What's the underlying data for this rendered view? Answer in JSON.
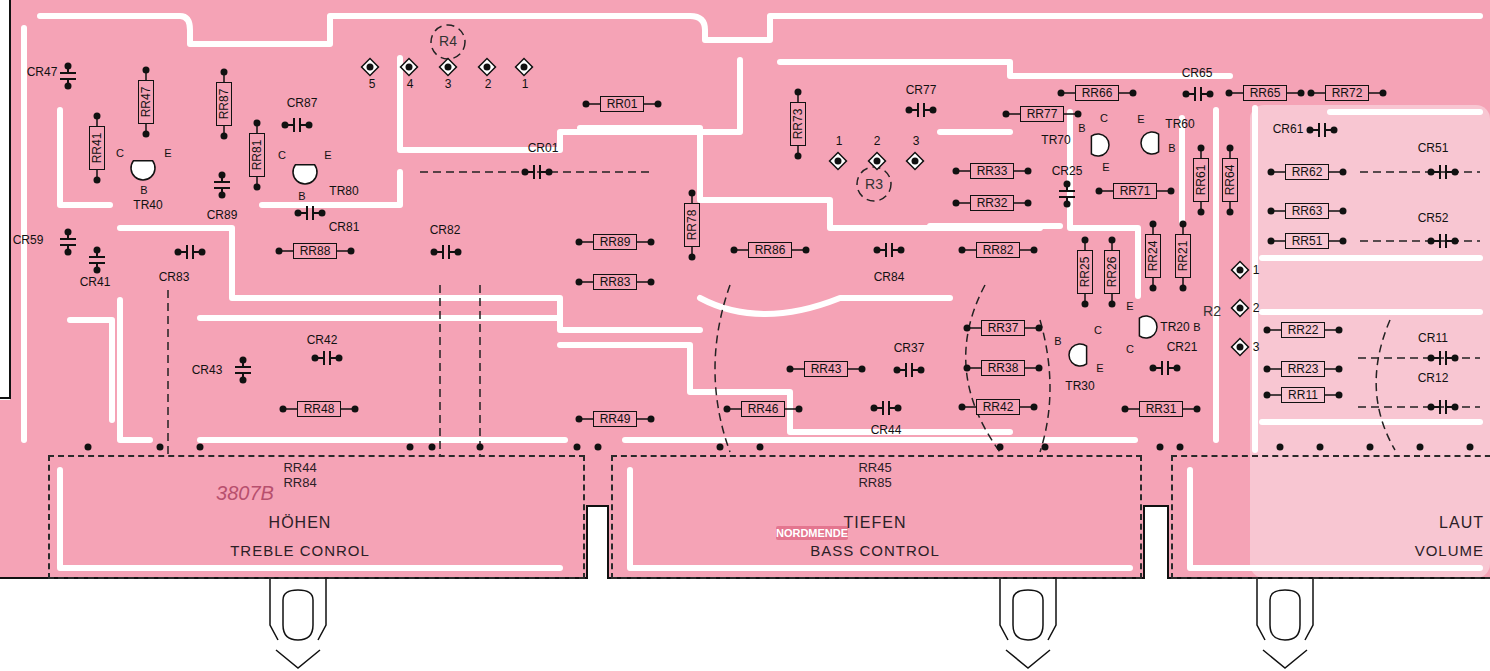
{
  "diagram": {
    "nodes": [
      {
        "text": [
          "RR47"
        ]
      },
      {
        "text": [
          "RR87"
        ]
      },
      {
        "text": [
          "RR01"
        ]
      },
      {
        "text": [
          "RR73"
        ]
      },
      {
        "text": [
          "RR66"
        ]
      },
      {
        "text": [
          "RR65"
        ]
      },
      {
        "text": [
          "RR72"
        ]
      },
      {
        "text": [
          "RR77"
        ]
      },
      {
        "text": [
          "RR41"
        ]
      },
      {
        "text": [
          "RR81"
        ]
      },
      {
        "text": [
          "RR33"
        ]
      },
      {
        "text": [
          "RR61"
        ]
      },
      {
        "text": [
          "RR64"
        ]
      },
      {
        "text": [
          "RR62"
        ]
      },
      {
        "text": [
          "RR71"
        ]
      },
      {
        "text": [
          "RR32"
        ]
      },
      {
        "text": [
          "RR63"
        ]
      },
      {
        "text": [
          "RR78"
        ]
      },
      {
        "text": [
          "RR89"
        ]
      },
      {
        "text": [
          "RR51"
        ]
      },
      {
        "text": [
          "RR88"
        ]
      },
      {
        "text": [
          "RR86"
        ]
      },
      {
        "text": [
          "RR82"
        ]
      },
      {
        "text": [
          "RR24"
        ]
      },
      {
        "text": [
          "RR21"
        ]
      },
      {
        "text": [
          "RR25"
        ]
      },
      {
        "text": [
          "RR26"
        ]
      },
      {
        "text": [
          "RR83"
        ]
      },
      {
        "text": [
          "RR37"
        ]
      },
      {
        "text": [
          "RR22"
        ]
      },
      {
        "text": [
          "RR43"
        ]
      },
      {
        "text": [
          "RR38"
        ]
      },
      {
        "text": [
          "RR23"
        ]
      },
      {
        "text": [
          "RR11"
        ]
      },
      {
        "text": [
          "RR48"
        ]
      },
      {
        "text": [
          "RR46"
        ]
      },
      {
        "text": [
          "RR42"
        ]
      },
      {
        "text": [
          "RR31"
        ]
      },
      {
        "text": [
          "RR49"
        ]
      },
      {
        "text": [
          "RR44 RR84",
          "HÖHEN",
          "TREBLE CONROL"
        ]
      },
      {
        "text": [
          "RR45 RR85",
          "TIEFEN",
          "BASS CONTROL"
        ]
      },
      {
        "text": [
          "LAUT",
          "VOLUME"
        ]
      }
    ],
    "labels": [
      "R4",
      "5",
      "4",
      "3",
      "2",
      "1",
      "CR47",
      "CR87",
      "C",
      "E",
      "B",
      "TR40",
      "C",
      "E",
      "B",
      "TR80",
      "CR89",
      "CR81",
      "CR59",
      "CR83",
      "CR41",
      "CR82",
      "CR01",
      "CR42",
      "CR43",
      "CR77",
      "1",
      "2",
      "3",
      "R3",
      "CR65",
      "TR70",
      "B",
      "C",
      "E",
      "E",
      "TR60",
      "B",
      "CR61",
      "CR25",
      "CR51",
      "CR52",
      "CR84",
      "R2",
      "1",
      "2",
      "3",
      "E",
      "TR20",
      "B",
      "C",
      "B",
      "C",
      "E",
      "TR30",
      "CR21",
      "CR37",
      "CR11",
      "CR12",
      "CR44",
      "3807B",
      "NORDMENDE"
    ]
  }
}
